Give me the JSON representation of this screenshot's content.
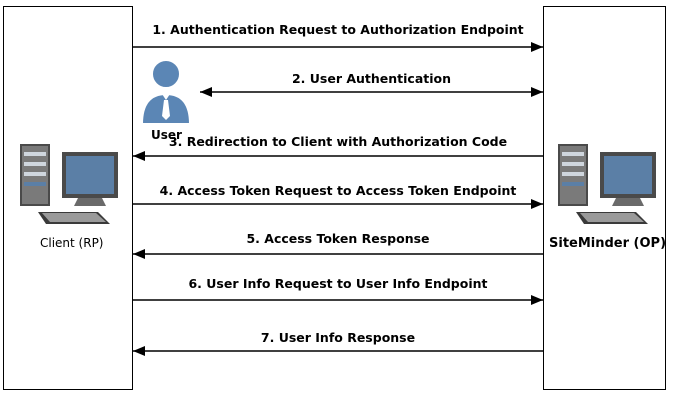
{
  "participants": {
    "client": "Client (RP)",
    "user": "User",
    "op": "SiteMinder (OP)"
  },
  "steps": [
    {
      "label": "1. Authentication Request to Authorization Endpoint",
      "direction": "right"
    },
    {
      "label": "2. User Authentication",
      "direction": "both"
    },
    {
      "label": "3. Redirection to Client with Authorization Code",
      "direction": "left"
    },
    {
      "label": "4. Access Token Request to Access Token Endpoint",
      "direction": "right"
    },
    {
      "label": "5. Access Token Response",
      "direction": "left"
    },
    {
      "label": "6. User Info Request to User Info Endpoint",
      "direction": "right"
    },
    {
      "label": "7. User Info Response",
      "direction": "left"
    }
  ],
  "icons": {
    "client": "computer-icon",
    "user": "user-icon",
    "op": "computer-icon"
  },
  "colors": {
    "monitor": "#4a4a4a",
    "screen": "#5b7fa6",
    "user_fill": "#5b86b5",
    "line": "#000000"
  }
}
